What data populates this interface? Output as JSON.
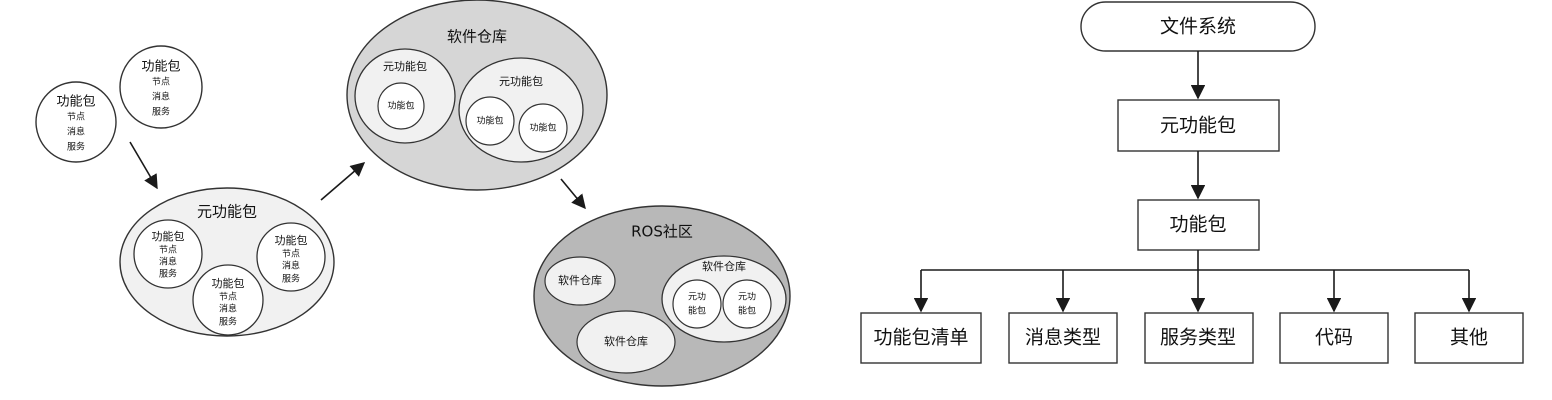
{
  "ecosystem": {
    "pkg_a": {
      "title": "功能包",
      "items": [
        "节点",
        "消息",
        "服务"
      ]
    },
    "pkg_b": {
      "title": "功能包",
      "items": [
        "节点",
        "消息",
        "服务"
      ]
    },
    "metapackage": {
      "title": "元功能包",
      "pkg_1": {
        "title": "功能包",
        "items": [
          "节点",
          "消息",
          "服务"
        ]
      },
      "pkg_2": {
        "title": "功能包",
        "items": [
          "节点",
          "消息",
          "服务"
        ]
      },
      "pkg_3": {
        "title": "功能包",
        "items": [
          "节点",
          "消息",
          "服务"
        ]
      }
    },
    "repository": {
      "title": "软件仓库",
      "meta_left": {
        "title": "元功能包",
        "pkg": "功能包"
      },
      "meta_right": {
        "title": "元功能包",
        "pkg_1": "功能包",
        "pkg_2": "功能包"
      }
    },
    "community": {
      "title": "ROS社区",
      "repo_1": "软件仓库",
      "repo_2": "软件仓库",
      "repo_3": {
        "title": "软件仓库",
        "meta_1": [
          "元功",
          "能包"
        ],
        "meta_2": [
          "元功",
          "能包"
        ]
      }
    }
  },
  "filesystem": {
    "root": "文件系统",
    "level1": "元功能包",
    "level2": "功能包",
    "leaves": [
      "功能包清单",
      "消息类型",
      "服务类型",
      "代码",
      "其他"
    ]
  }
}
